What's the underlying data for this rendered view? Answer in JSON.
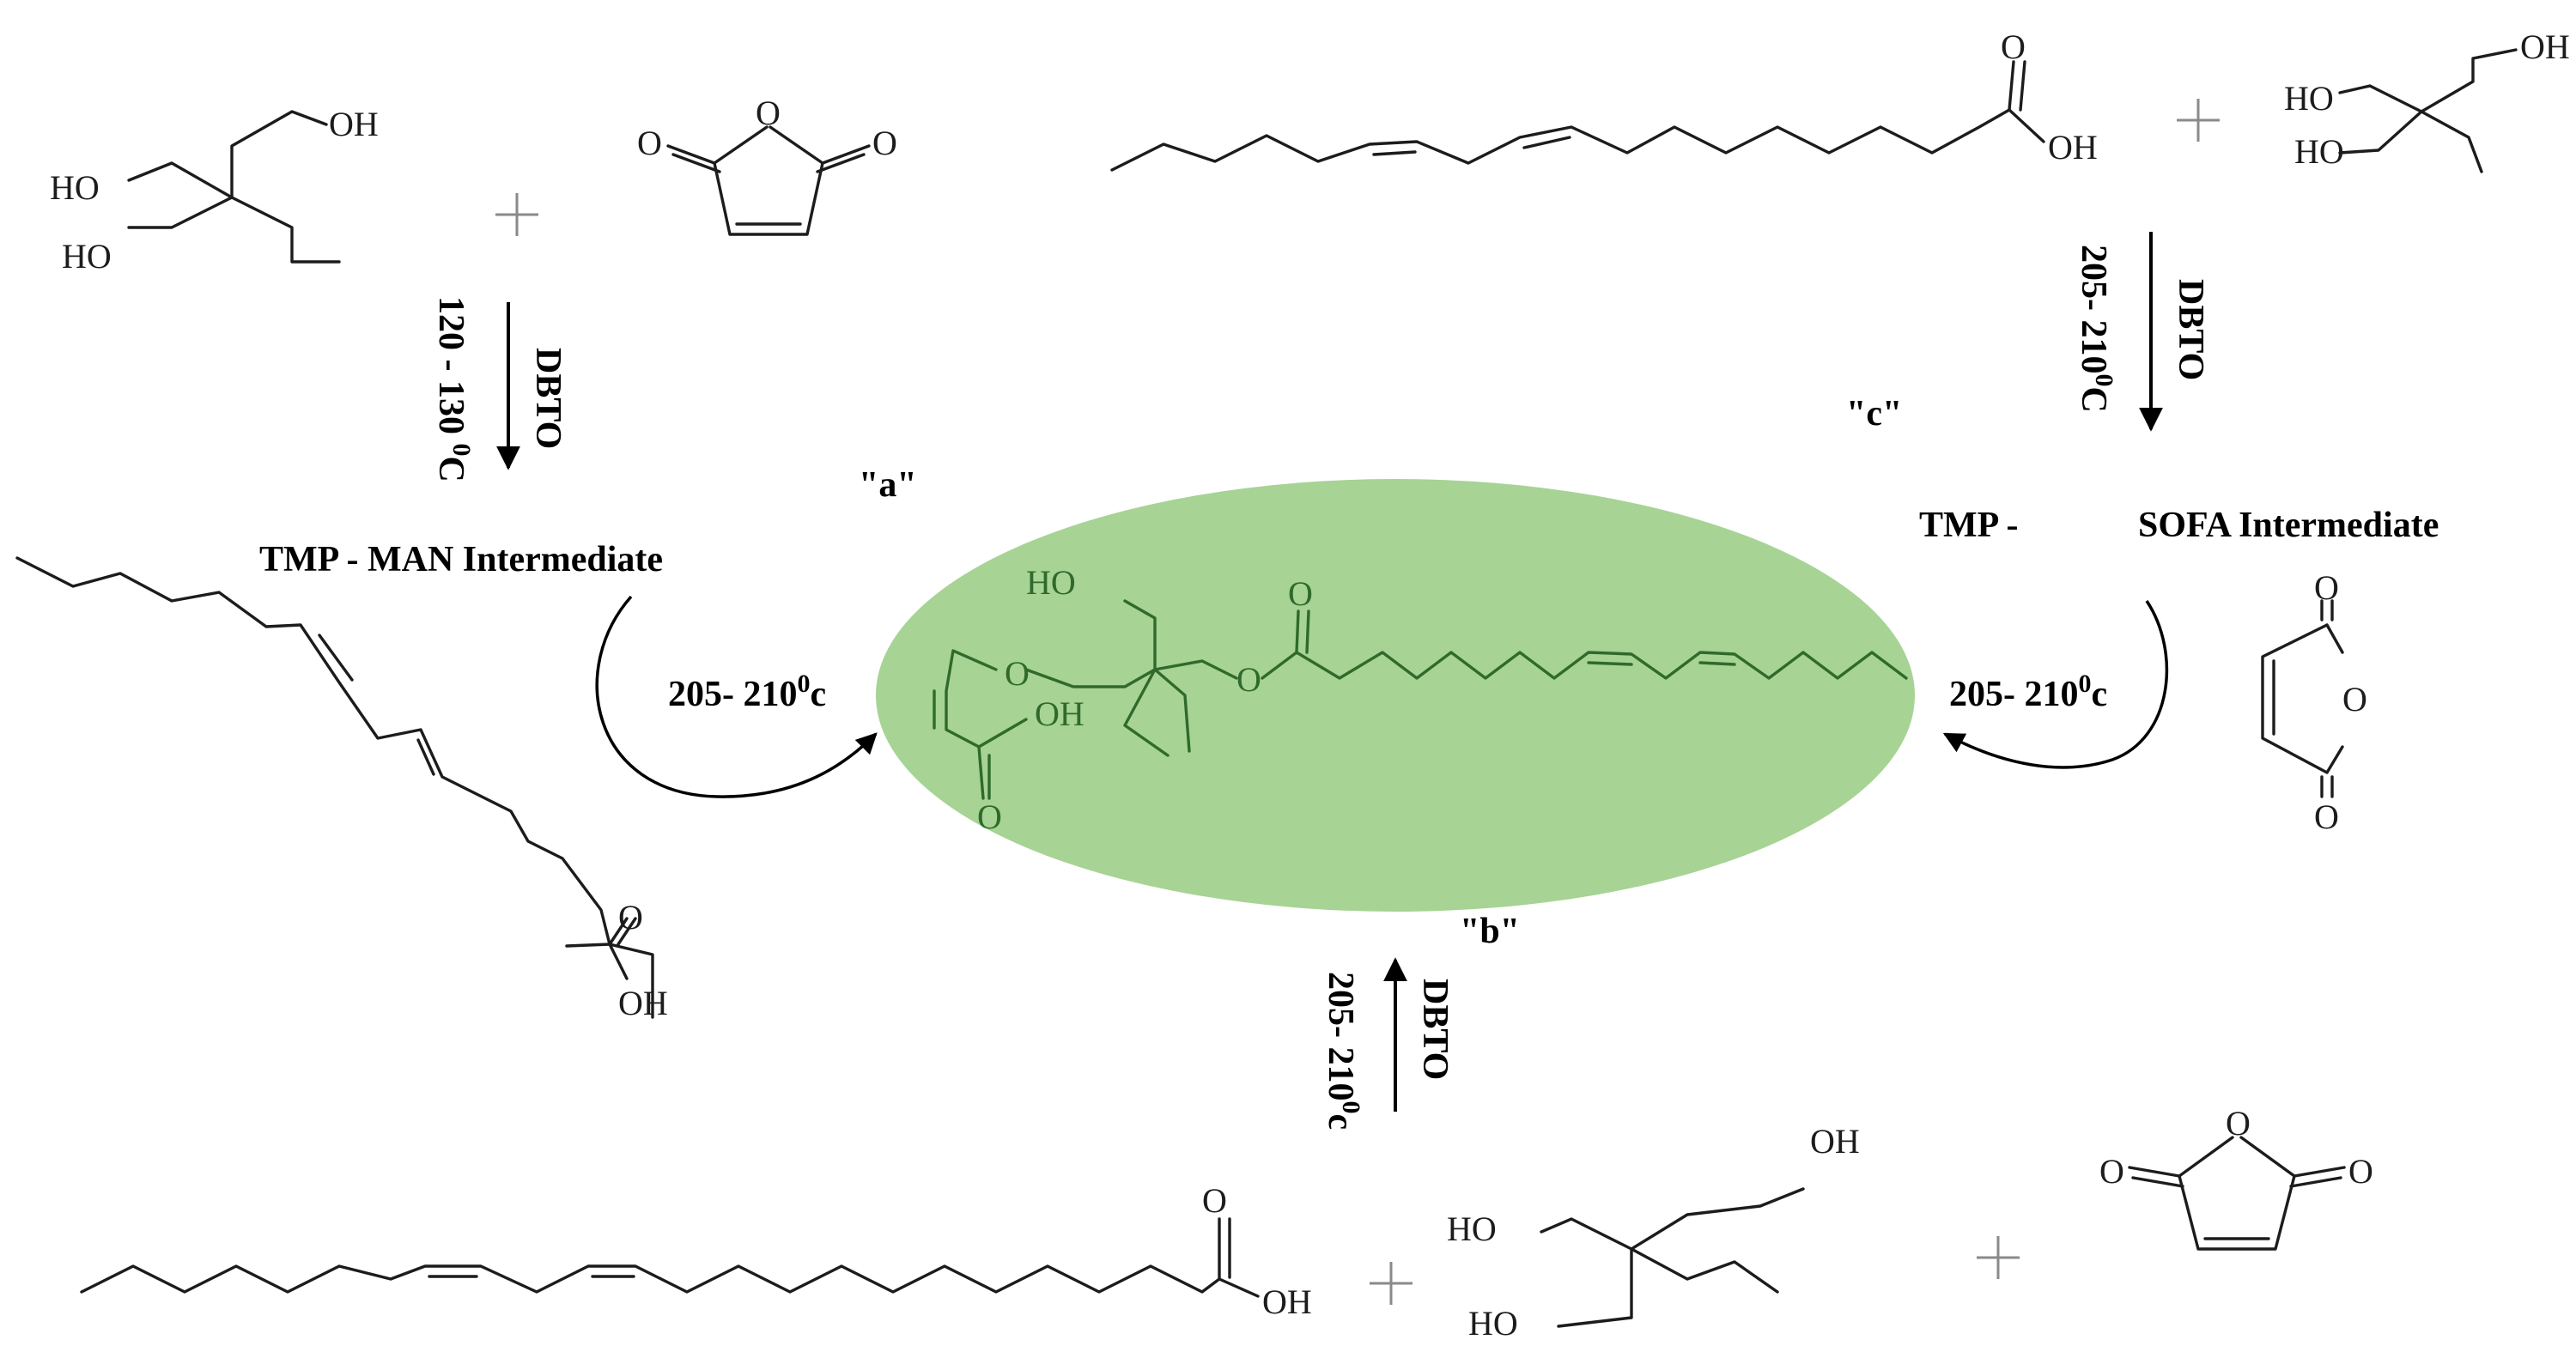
{
  "colors": {
    "product_fill": "#a7d395",
    "product_bond": "#2f6a2c",
    "ink": "#1c1c1c"
  },
  "atoms": {
    "oh": "OH",
    "ho": "HO",
    "o": "O"
  },
  "labels": {
    "path_a": "\"a\"",
    "path_b": "\"b\"",
    "path_c": "\"c\"",
    "tmp_man": "TMP - MAN Intermediate",
    "tmp_prefix": "TMP -",
    "sofa": "SOFA Intermediate"
  },
  "conditions": {
    "catalyst": "DBTO",
    "temp_a_step1": "120 - 130",
    "temp_a_unit": "C",
    "temp_high": "205- 210",
    "unit_c": "c",
    "unit_C": "C",
    "degree": "0"
  }
}
